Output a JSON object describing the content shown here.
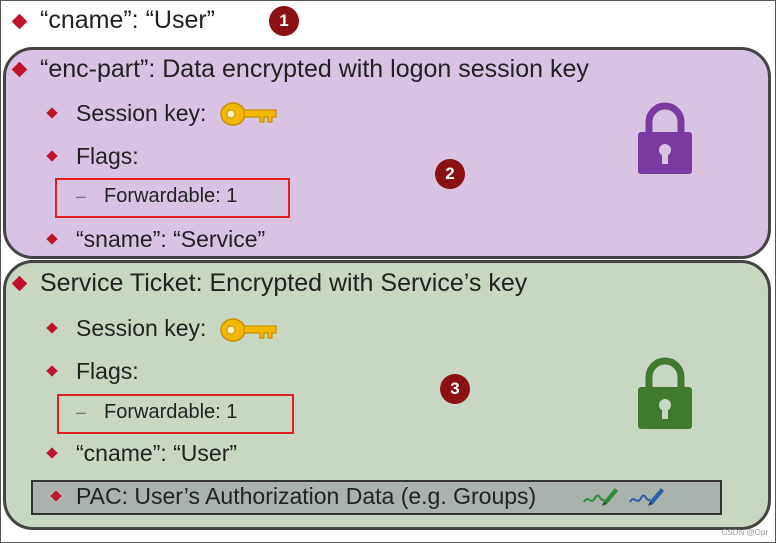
{
  "header": {
    "line": "“cname”: “User”",
    "badge": "1"
  },
  "enc_part": {
    "title": "“enc-part”: Data encrypted with logon session key",
    "session_key": "Session key:",
    "flags": "Flags:",
    "forwardable": "Forwardable: 1",
    "sname": "“sname”: “Service”",
    "badge": "2",
    "lock_color": "#7a3aa0"
  },
  "service_ticket": {
    "title": "Service Ticket: Encrypted with Service’s key",
    "session_key": "Session key:",
    "flags": "Flags:",
    "forwardable": "Forwardable: 1",
    "cname": "“cname”: “User”",
    "pac": "PAC: User’s Authorization Data (e.g. Groups)",
    "badge": "3",
    "lock_color": "#3f7a2e"
  },
  "colors": {
    "bullet": "#c0122a",
    "badge": "#8b1212",
    "key": "#f2b705"
  },
  "icons": [
    "key-icon",
    "lock-icon",
    "signature-pen-icon"
  ],
  "watermark": "CSDN @Opr"
}
